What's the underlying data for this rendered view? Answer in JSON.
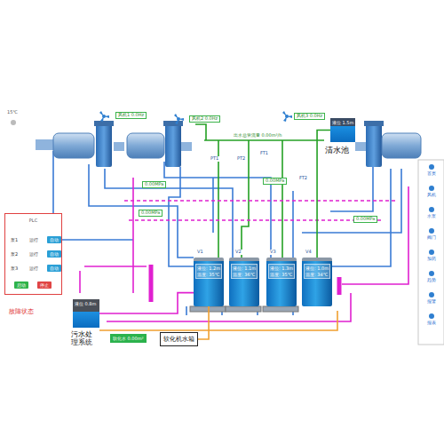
{
  "diagram": {
    "nodes": [
      {
        "text": [
          "液位 1.5m",
          "清水池"
        ]
      },
      {
        "text": [
          "液位: 1.2m",
          "温度: 35℃"
        ]
      },
      {
        "text": [
          "液位: 1.1m",
          "温度: 36℃"
        ]
      },
      {
        "text": [
          "液位: 1.3m",
          "温度: 35℃"
        ]
      },
      {
        "text": [
          "液位: 1.0m",
          "温度: 34℃"
        ]
      },
      {
        "text": [
          "液位 0.8m",
          "污水处理系统"
        ]
      },
      {
        "text": [
          "软化水 0.00m³"
        ]
      },
      {
        "text": [
          "软化机水箱"
        ]
      },
      {
        "text": [
          "PLC"
        ]
      },
      {
        "text": [
          "自动"
        ],
        "in": 8
      },
      {
        "text": [
          "自动"
        ],
        "in": 8
      },
      {
        "text": [
          "自动"
        ],
        "in": 8
      },
      {
        "text": [
          "启动"
        ],
        "in": 8
      },
      {
        "text": [
          "停止"
        ],
        "in": 8
      }
    ],
    "edges": [
      {
        "from": 0,
        "to": 4,
        "arrow": "none"
      },
      {
        "from": 7,
        "to": 1,
        "arrow": "none"
      },
      {
        "from": 5,
        "to": 1,
        "arrow": "none"
      }
    ],
    "labels": [
      "15℃",
      "风机1 0.0Hz",
      "风机2 0.0Hz",
      "风机3 0.0Hz",
      "出水总管流量 0.00m³/h",
      "PT1",
      "PT2",
      "FT1",
      "FT2",
      "V1",
      "V2",
      "V3",
      "V4",
      "0.00MPa",
      "0.00MPa",
      "0.00MPa",
      "0.00MPa",
      "泵1",
      "运行",
      "泵2",
      "运行",
      "泵3",
      "运行",
      "故障状态",
      "首页",
      "风机",
      "水泵",
      "阀门",
      "加药",
      "趋势",
      "报警",
      "报表"
    ]
  }
}
